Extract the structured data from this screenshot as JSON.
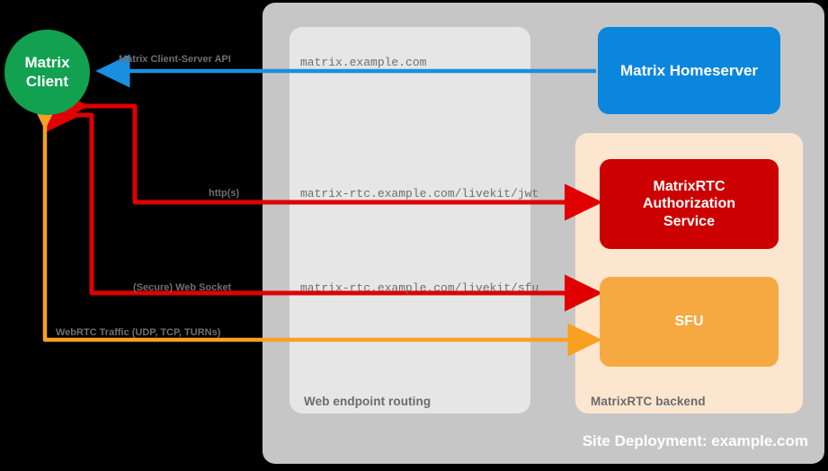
{
  "diagram": {
    "title": "Site Deployment: example.com",
    "colors": {
      "site_panel": "#c6c6c6",
      "routing_panel": "#e6e6e6",
      "backend_panel": "#fde6d0",
      "client": "#12a150",
      "homeserver": "#0b86dd",
      "auth_service": "#cc0000",
      "sfu": "#f7a941",
      "arrow_blue": "#1a8fe0",
      "arrow_red": "#e00000",
      "arrow_orange": "#f7a022",
      "label_gray": "#6f6f6f"
    }
  },
  "nodes": {
    "client": {
      "line1": "Matrix",
      "line2": "Client"
    },
    "homeserver": {
      "label": "Matrix Homeserver"
    },
    "auth": {
      "line1": "MatrixRTC",
      "line2": "Authorization",
      "line3": "Service"
    },
    "sfu": {
      "label": "SFU"
    }
  },
  "panels": {
    "routing": {
      "label": "Web endpoint routing"
    },
    "backend": {
      "label": "MatrixRTC backend"
    },
    "site": {
      "label": "Site Deployment: example.com"
    }
  },
  "endpoints": [
    {
      "url": "matrix.example.com"
    },
    {
      "url": "matrix-rtc.example.com/livekit/jwt"
    },
    {
      "url": "matrix-rtc.example.com/livekit/sfu"
    }
  ],
  "connections": [
    {
      "protocol": "Matrix Client-Server API",
      "color": "#1a8fe0",
      "from": "homeserver",
      "to": "client"
    },
    {
      "protocol": "http(s)",
      "color": "#e00000",
      "from": "client",
      "to": "auth"
    },
    {
      "protocol": "(Secure) Web Socket",
      "color": "#e00000",
      "from": "client",
      "to": "sfu"
    },
    {
      "protocol": "WebRTC Traffic (UDP, TCP, TURNs)",
      "color": "#f7a022",
      "from": "client",
      "to": "sfu"
    }
  ]
}
